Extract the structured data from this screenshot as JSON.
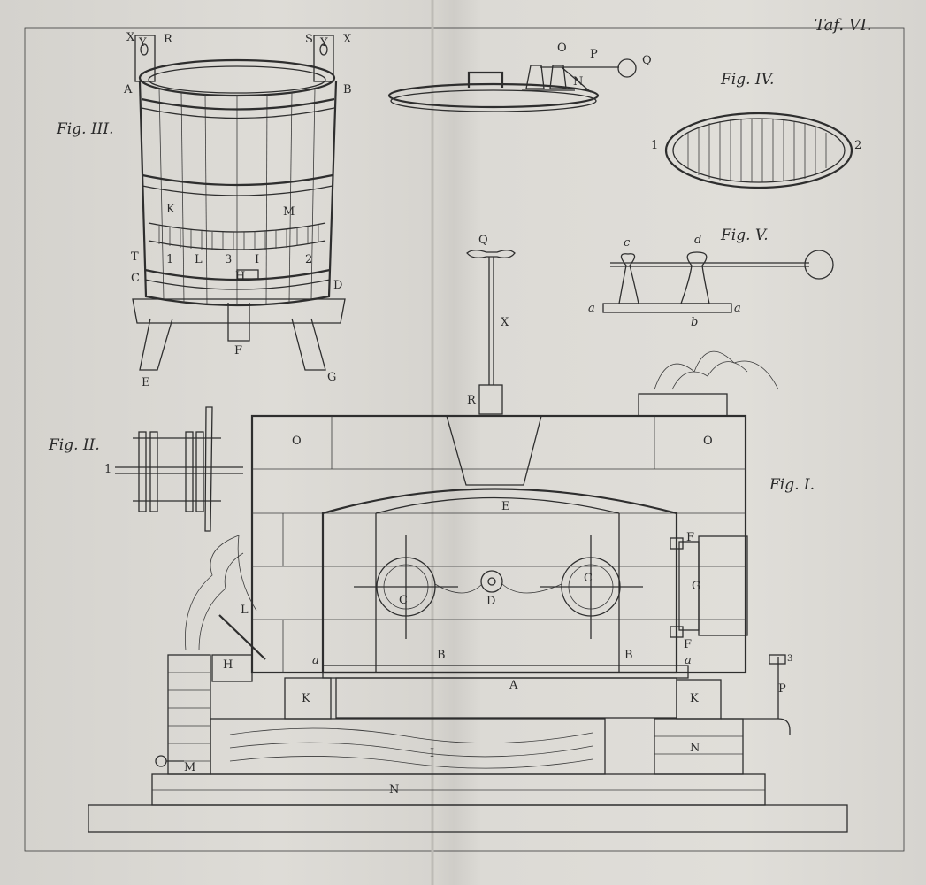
{
  "plate_title": "Taf. VI.",
  "figures": {
    "fig1": "Fig. I.",
    "fig2": "Fig. II.",
    "fig3": "Fig. III.",
    "fig4": "Fig. IV.",
    "fig5": "Fig. V."
  },
  "fig3_labels": {
    "x_left": "X",
    "y_left": "Y",
    "r": "R",
    "s": "S",
    "y_right": "Y",
    "x_right": "X",
    "a": "A",
    "b": "B",
    "k": "K",
    "m": "M",
    "t": "T",
    "one": "1",
    "l": "L",
    "three": "3",
    "i": "I",
    "two": "2",
    "c": "C",
    "h": "H",
    "d": "D",
    "e": "E",
    "f": "F",
    "g": "G"
  },
  "lid_labels": {
    "o": "O",
    "p": "P",
    "q": "Q",
    "n": "N"
  },
  "fig4_labels": {
    "one": "1",
    "two": "2"
  },
  "fig5_labels": {
    "c": "c",
    "d": "d",
    "a_left": "a",
    "a_right": "a",
    "b": "b"
  },
  "rod_labels": {
    "q": "Q",
    "x": "X",
    "r": "R"
  },
  "fig2_labels": {
    "one": "1"
  },
  "fig1_labels": {
    "o_left": "O",
    "o_right": "O",
    "e": "E",
    "f_top": "F",
    "g": "G",
    "f_bottom": "F",
    "c_left": "C",
    "d": "D",
    "c_right": "C",
    "l": "L",
    "h": "H",
    "a_left": "a",
    "b_left": "B",
    "b_right": "B",
    "a_right": "a",
    "a_center": "A",
    "k_left": "K",
    "k_right": "K",
    "p": "P",
    "three": "3",
    "i": "I",
    "n_right": "N",
    "m": "M",
    "n_bottom": "N"
  }
}
